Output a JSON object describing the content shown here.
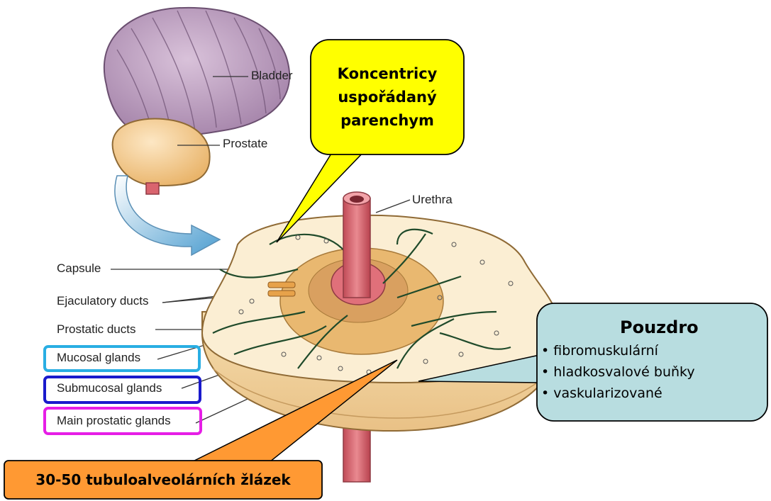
{
  "labels": {
    "bladder": "Bladder",
    "prostate": "Prostate",
    "urethra": "Urethra",
    "capsule": "Capsule",
    "ejaculatory_ducts": "Ejaculatory ducts",
    "prostatic_ducts": "Prostatic ducts",
    "mucosal_glands": "Mucosal glands",
    "submucosal_glands": "Submucosal glands",
    "main_prostatic_glands": "Main prostatic glands"
  },
  "callouts": {
    "parenchym": {
      "lines": [
        "Koncentricy",
        "uspořádaný",
        "parenchym"
      ],
      "color": "#ffff00"
    },
    "pouzdro": {
      "title": "Pouzdro",
      "bullet": "•",
      "items": [
        "fibromuskulární",
        "hladkosvalové buňky",
        "vaskularizované"
      ],
      "color": "#b8dde0"
    },
    "glands": {
      "text": "30-50 tubuloalveolárních žlázek",
      "color": "#ff9933"
    }
  },
  "colors": {
    "mucosal_box": "#29aee3",
    "submucosal_box": "#1a1acc",
    "main_box": "#e61ee6",
    "bladder": "#c5a6c8",
    "prostate": "#f5cc8e",
    "urethra": "#d9646e",
    "arrow": "#8fc4e0"
  }
}
